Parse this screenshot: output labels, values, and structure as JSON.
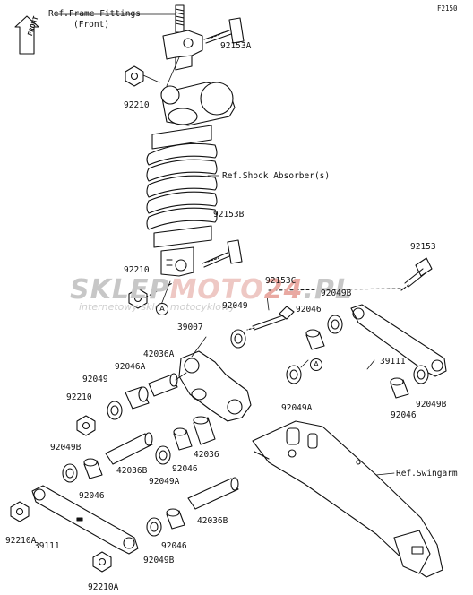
{
  "diagram_code": "F2150",
  "front_arrow_text": "FRONT",
  "references": {
    "frame_fittings": "Ref.Frame Fittings",
    "frame_fittings_note": "(Front)",
    "shock_absorber": "Ref.Shock Absorber(s)",
    "swingarm": "Ref.Swingarm"
  },
  "callouts": [
    "A",
    "A"
  ],
  "watermark": {
    "brand_a": "SKLEP",
    "brand_b": "MOTO",
    "brand_c": "24",
    "brand_d": ".PL",
    "tagline": "internetowy sklep motocyklowy"
  },
  "parts": [
    "92153A",
    "92210",
    "92153B",
    "92210",
    "92153",
    "92153C",
    "92049B",
    "92049",
    "92046",
    "39007",
    "42036A",
    "92046A",
    "92049",
    "92210",
    "39111",
    "92049A",
    "92046",
    "92049B",
    "42036",
    "92049B",
    "92046",
    "42036B",
    "92046",
    "92049A",
    "92210A",
    "39111",
    "42036B",
    "92046",
    "92049B",
    "92210A"
  ]
}
